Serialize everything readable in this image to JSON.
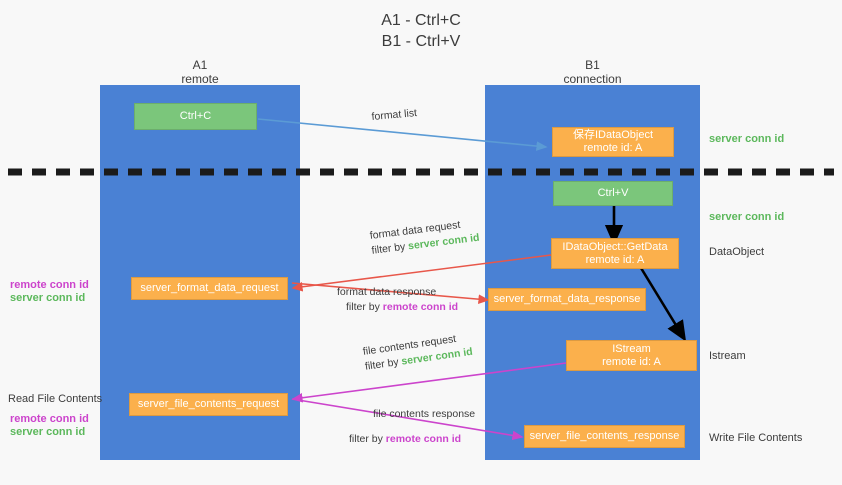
{
  "title": {
    "line1": "A1 - Ctrl+C",
    "line2": "B1 - Ctrl+V"
  },
  "lanes": [
    {
      "name": "A1",
      "sub": "remote"
    },
    {
      "name": "B1",
      "sub": "connection"
    }
  ],
  "colors": {
    "lane": "#4a81d4",
    "green_node": "#7bc67b",
    "orange_node": "#fbb04c",
    "server_conn_id": "#5cb85c",
    "remote_conn_id": "#cc44cc",
    "arrow_blue": "#5b9bd5",
    "arrow_red": "#e8574a",
    "arrow_magenta": "#cc44cc",
    "arrow_black": "#000000",
    "background": "#f8f8f8"
  },
  "nodes": {
    "ctrl_c": {
      "label": "Ctrl+C"
    },
    "ctrl_v": {
      "label": "Ctrl+V"
    },
    "idataobject": {
      "line1": "保存IDataObject",
      "line2": "remote id: A"
    },
    "getdata": {
      "line1": "IDataObject::GetData",
      "line2": "remote id: A"
    },
    "istream": {
      "line1": "IStream",
      "line2": "remote id: A"
    },
    "server_format_data_request": {
      "label": "server_format_data_request"
    },
    "server_format_data_response": {
      "label": "server_format_data_response"
    },
    "server_file_contents_request": {
      "label": "server_file_contents_request"
    },
    "server_file_contents_response": {
      "label": "server_file_contents_response"
    }
  },
  "edge_labels": {
    "format_list": {
      "main": "format list"
    },
    "format_data_request": {
      "main": "format data request",
      "prefix": "filter by ",
      "token": "server conn id"
    },
    "format_data_response": {
      "main": "format data response",
      "prefix": "filter by ",
      "token": "remote conn id"
    },
    "file_contents_request": {
      "main": "file contents request",
      "prefix": "filter by ",
      "token": "server conn id"
    },
    "file_contents_response": {
      "main": "file contents response",
      "prefix": "filter by ",
      "token": "remote conn id"
    }
  },
  "right_labels": {
    "server_conn_id_top": "server conn id",
    "server_conn_id_mid": "server conn id",
    "dataobject": "DataObject",
    "istream": "Istream",
    "write_file_contents": "Write File Contents"
  },
  "left_labels": {
    "remote_conn_id_1": "remote conn id",
    "server_conn_id_1": "server conn id",
    "read_file_contents": "Read File Contents",
    "remote_conn_id_2": "remote conn id",
    "server_conn_id_2": "server conn id"
  }
}
